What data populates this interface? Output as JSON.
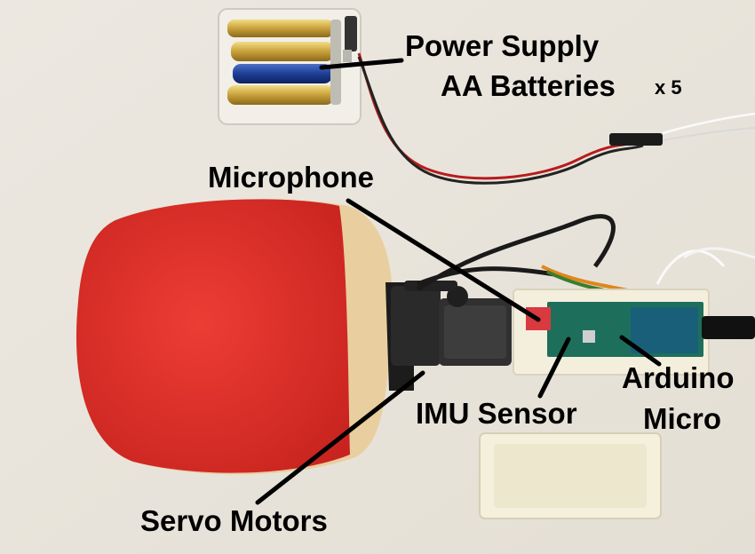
{
  "labels": {
    "power_supply": "Power Supply",
    "aa_batteries": "AA Batteries",
    "battery_count": "x 5",
    "microphone": "Microphone",
    "arduino": "Arduino",
    "micro": "Micro",
    "imu_sensor": "IMU Sensor",
    "servo_motors": "Servo Motors"
  },
  "colors": {
    "background": "#e9e5dd",
    "rubber": "#e0332c",
    "wood": "#e9cf9f",
    "servo": "#2a2a2a",
    "case": "#f3efdc",
    "pcb": "#1d6f5c",
    "mic_board": "#d83a3f",
    "battery_gold": "#c8a23a",
    "battery_blue": "#1e3f96"
  }
}
